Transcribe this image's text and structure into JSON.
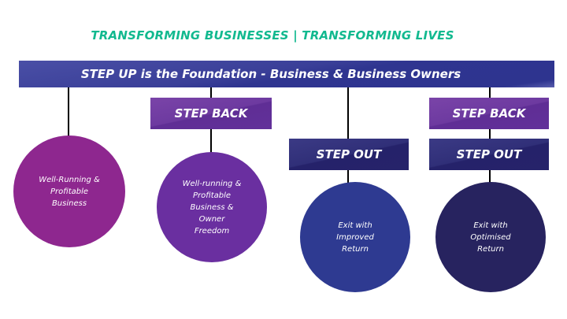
{
  "tagline": "TRANSFORMING BUSINESSES | TRANSFORMING LIVES",
  "foundation_banner": "STEP UP is the Foundation - Business & Business Owners",
  "colors": {
    "tagline": "#12b98f",
    "banner": "#2e348f",
    "step_back": "#6d3aa0",
    "step_out": "#2b2a72",
    "circle_1": "#8e278f",
    "circle_2": "#6a2fa0",
    "circle_3": "#2e3a91",
    "circle_4": "#27235f"
  },
  "columns": [
    {
      "boxes": [],
      "outcome": [
        "Well-Running &",
        "Profitable",
        "Business"
      ]
    },
    {
      "boxes": [
        "STEP BACK"
      ],
      "outcome": [
        "Well-running &",
        "Profitable",
        "Business &",
        "Owner",
        "Freedom"
      ]
    },
    {
      "boxes": [
        "STEP OUT"
      ],
      "outcome": [
        "Exit with",
        "Improved",
        "Return"
      ]
    },
    {
      "boxes": [
        "STEP BACK",
        "STEP OUT"
      ],
      "outcome": [
        "Exit with",
        "Optimised",
        "Return"
      ]
    }
  ]
}
